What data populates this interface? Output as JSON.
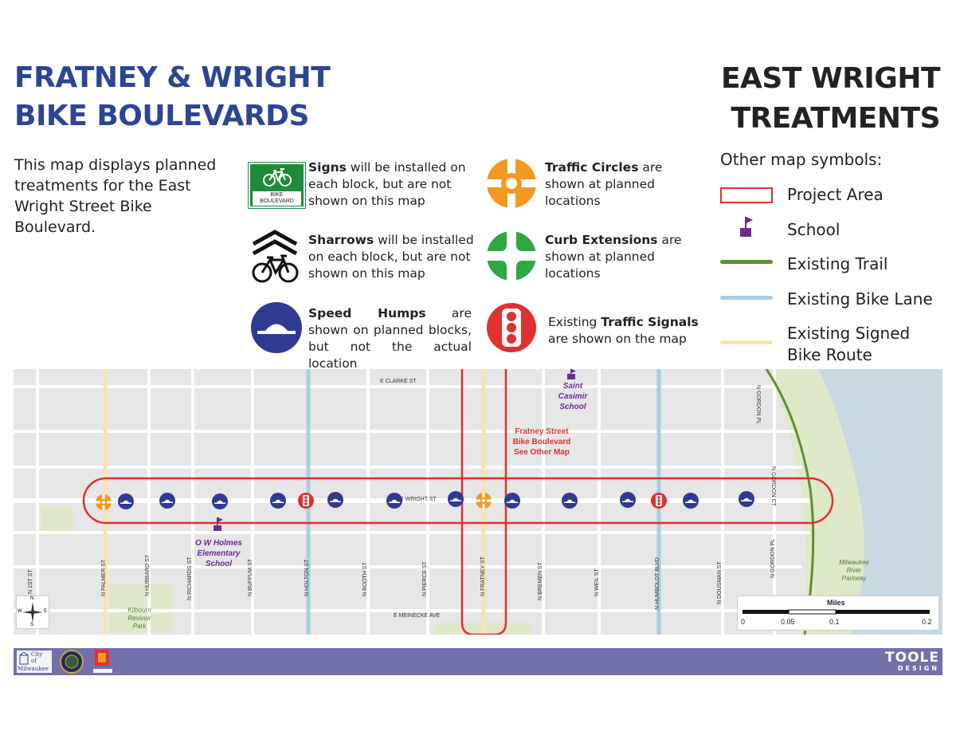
{
  "header": {
    "title_left_line1": "FRATNEY & WRIGHT",
    "title_left_line2": "BIKE BOULEVARDS",
    "title_right_line1": "EAST WRIGHT",
    "title_right_line2": "TREATMENTS"
  },
  "intro": "This map displays planned treatments for the East Wright Street Bike Boulevard.",
  "legend": {
    "signs": {
      "bold": "Signs",
      "text": " will be installed on each block, but are not shown on this map",
      "sign_text_1": "BIKE",
      "sign_text_2": "BOULEVARD"
    },
    "sharrows": {
      "bold": "Sharrows",
      "text": " will be installed on each block, but are not shown on this map"
    },
    "speed_humps": {
      "bold": "Speed Humps",
      "text": " are shown on planned blocks, but not the actual location"
    },
    "traffic_circles": {
      "bold": "Traffic Circles",
      "text": " are shown at planned locations"
    },
    "curb_extensions": {
      "bold": "Curb Extensions",
      "text": " are shown at planned locations"
    },
    "traffic_signals": {
      "prefix": "Existing ",
      "bold": "Traffic Signals",
      "text": " are shown on the map"
    }
  },
  "other_symbols": {
    "title": "Other map symbols:",
    "items": [
      {
        "label": "Project Area",
        "color": "#e03131"
      },
      {
        "label": "School",
        "color": "#6a2c91"
      },
      {
        "label": "Existing Trail",
        "color": "#5e8f2f"
      },
      {
        "label": "Existing Bike Lane",
        "color": "#a9cde0"
      },
      {
        "label": "Existing Signed Bike Route",
        "color": "#f9e3b4"
      }
    ]
  },
  "map": {
    "streets_ew": {
      "clarke": "E CLARKE ST",
      "wright": "E WRIGHT ST",
      "meinecke": "E MEINECKE AVE"
    },
    "streets_ns": [
      "N 1ST ST",
      "N PALMER ST",
      "N HUBBARD ST",
      "N RICHARDS ST",
      "N BUFFUM ST",
      "N HOLTON ST",
      "N BOOTH ST",
      "N PIERCE ST",
      "N FRATNEY ST",
      "N BREMEN ST",
      "N WEIL ST",
      "N HUMBOLDT BLVD",
      "N DOUSMAN ST",
      "N GORDON PL"
    ],
    "gordon_pl_top": "N GORDON PL",
    "gordon_ct": "N GORDON CT",
    "school_1": {
      "line1": "Saint",
      "line2": "Casimir",
      "line3": "School"
    },
    "school_2": {
      "line1": "O W Holmes",
      "line2": "Elementary",
      "line3": "School"
    },
    "fratney_note": {
      "line1": "Fratney Street",
      "line2": "Bike Boulevard",
      "line3": "See Other Map"
    },
    "park_1": {
      "line1": "Kilbourn",
      "line2": "Resivoir",
      "line3": "Park"
    },
    "park_2": {
      "line1": "Milwaukee",
      "line2": "River",
      "line3": "Parkway"
    },
    "scale": {
      "title": "Miles",
      "ticks": [
        "0",
        "0.05",
        "0.1",
        "0.2"
      ]
    },
    "compass": {
      "n": "N",
      "s": "S",
      "e": "E",
      "w": "W"
    }
  },
  "footer": {
    "city_line1": "City",
    "city_line2": "of",
    "city_line3": "Milwaukee",
    "brand_line1": "TOOLE",
    "brand_line2": "DESIGN"
  }
}
